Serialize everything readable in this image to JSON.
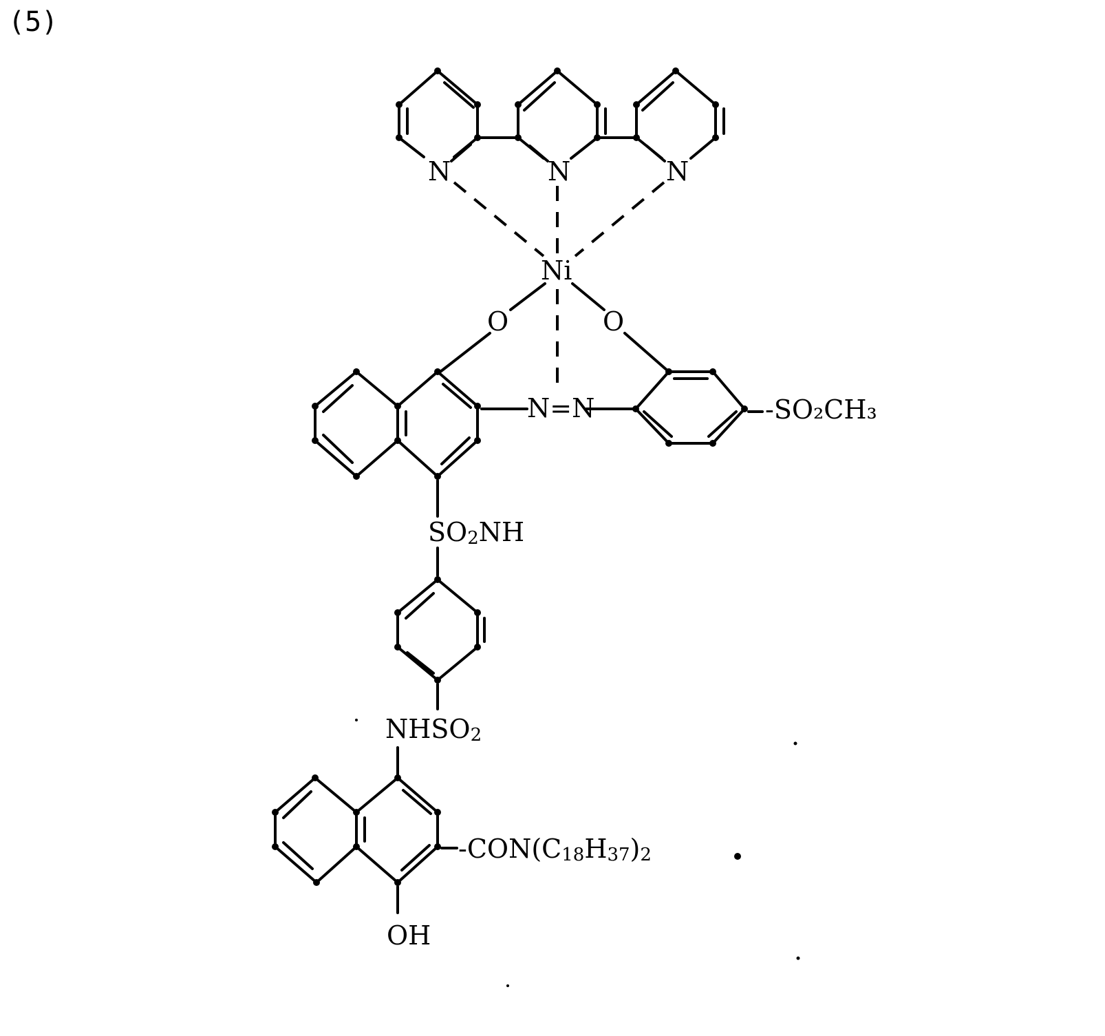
{
  "compound_number": "(5)",
  "labels": {
    "n_left": "N",
    "n_mid": "N",
    "n_right": "N",
    "ni": "Ni",
    "o_left": "O",
    "o_right": "O",
    "azo": "N=N",
    "so2ch3": "-SO₂CH₃",
    "so2nh_1": "SO",
    "so2nh_2": "2",
    "so2nh_3": "NH",
    "nhso2_1": "NHSO",
    "nhso2_2": "2",
    "con_1": "-CON(C",
    "con_2": "18",
    "con_3": "H",
    "con_4": "37",
    "con_5": ")",
    "con_6": "2",
    "oh": "OH"
  }
}
